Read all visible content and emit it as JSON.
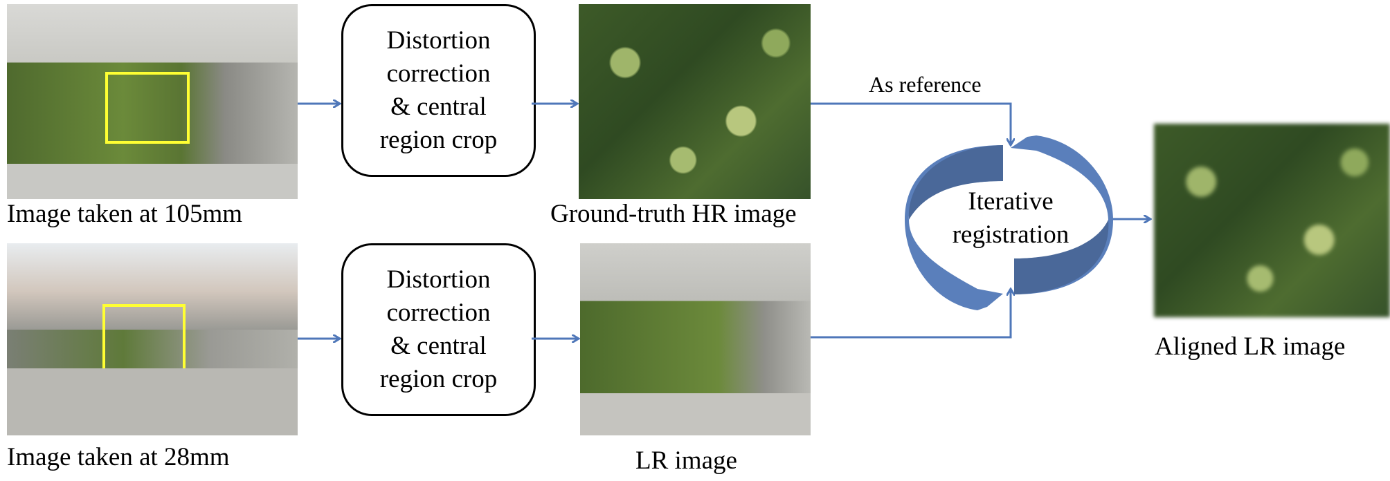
{
  "top_row": {
    "input_caption": "Image taken at 105mm",
    "process_lines": [
      "Distortion",
      "correction",
      "& central",
      "region crop"
    ],
    "output_caption": "Ground-truth HR image"
  },
  "bottom_row": {
    "input_caption": "Image taken at 28mm",
    "process_lines": [
      "Distortion",
      "correction",
      "& central",
      "region crop"
    ],
    "output_caption": "LR image"
  },
  "reference_label": "As reference",
  "registration_lines": [
    "Iterative",
    "registration"
  ],
  "result_caption": "Aligned LR image",
  "colors": {
    "arrow": "#4f77b9",
    "cycle": "#5a7fbb",
    "cycle_dark": "#4a6899",
    "highlight": "#ffff33"
  }
}
